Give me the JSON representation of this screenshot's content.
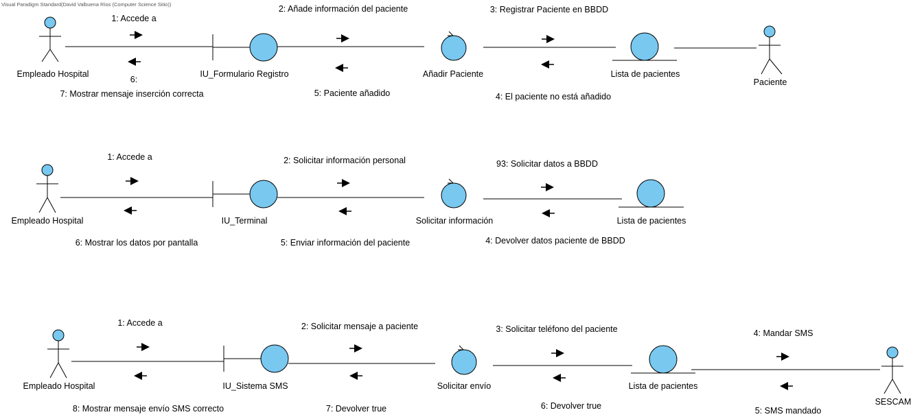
{
  "watermark": "Visual Paradigm Standard(David Valbuena Ríos (Computer Science Sitio))",
  "colors": {
    "shape_fill": "#78c8f0",
    "stroke": "#000000",
    "background": "#ffffff"
  },
  "diagrams": [
    {
      "actor_left": {
        "name": "Empleado Hospital"
      },
      "boundary": {
        "name": "IU_Formulario Registro"
      },
      "control": {
        "name": "Añadir Paciente"
      },
      "entity": {
        "name": "Lista de pacientes"
      },
      "actor_right": {
        "name": "Paciente"
      },
      "messages": {
        "m1": "1: Accede a",
        "m6": "6:",
        "m7": "7: Mostrar mensaje inserción correcta",
        "m2": "2: Añade información del paciente",
        "m5": "5: Paciente añadido",
        "m3": "3: Registrar Paciente en BBDD",
        "m4": "4: El paciente no está añadido"
      }
    },
    {
      "actor_left": {
        "name": "Empleado Hospital"
      },
      "boundary": {
        "name": "IU_Terminal"
      },
      "control": {
        "name": "Solicitar información"
      },
      "entity": {
        "name": "Lista de pacientes"
      },
      "messages": {
        "m1": "1: Accede a",
        "m6": "6: Mostrar los datos por pantalla",
        "m2": "2: Solicitar información personal",
        "m5": "5: Enviar información del paciente",
        "m3": "93: Solicitar datos a BBDD",
        "m4": "4: Devolver datos paciente de BBDD"
      }
    },
    {
      "actor_left": {
        "name": "Empleado Hospital"
      },
      "boundary": {
        "name": "IU_Sistema SMS"
      },
      "control": {
        "name": "Solicitar envío"
      },
      "entity": {
        "name": "Lista de pacientes"
      },
      "actor_right": {
        "name": "SESCAM"
      },
      "messages": {
        "m1": "1: Accede a",
        "m8": "8: Mostrar mensaje envío SMS correcto",
        "m2": "2: Solicitar mensaje a paciente",
        "m7": "7: Devolver true",
        "m3": "3: Solicitar teléfono del paciente",
        "m6": "6: Devolver true",
        "m4": "4: Mandar SMS",
        "m5": "5: SMS mandado"
      }
    }
  ]
}
